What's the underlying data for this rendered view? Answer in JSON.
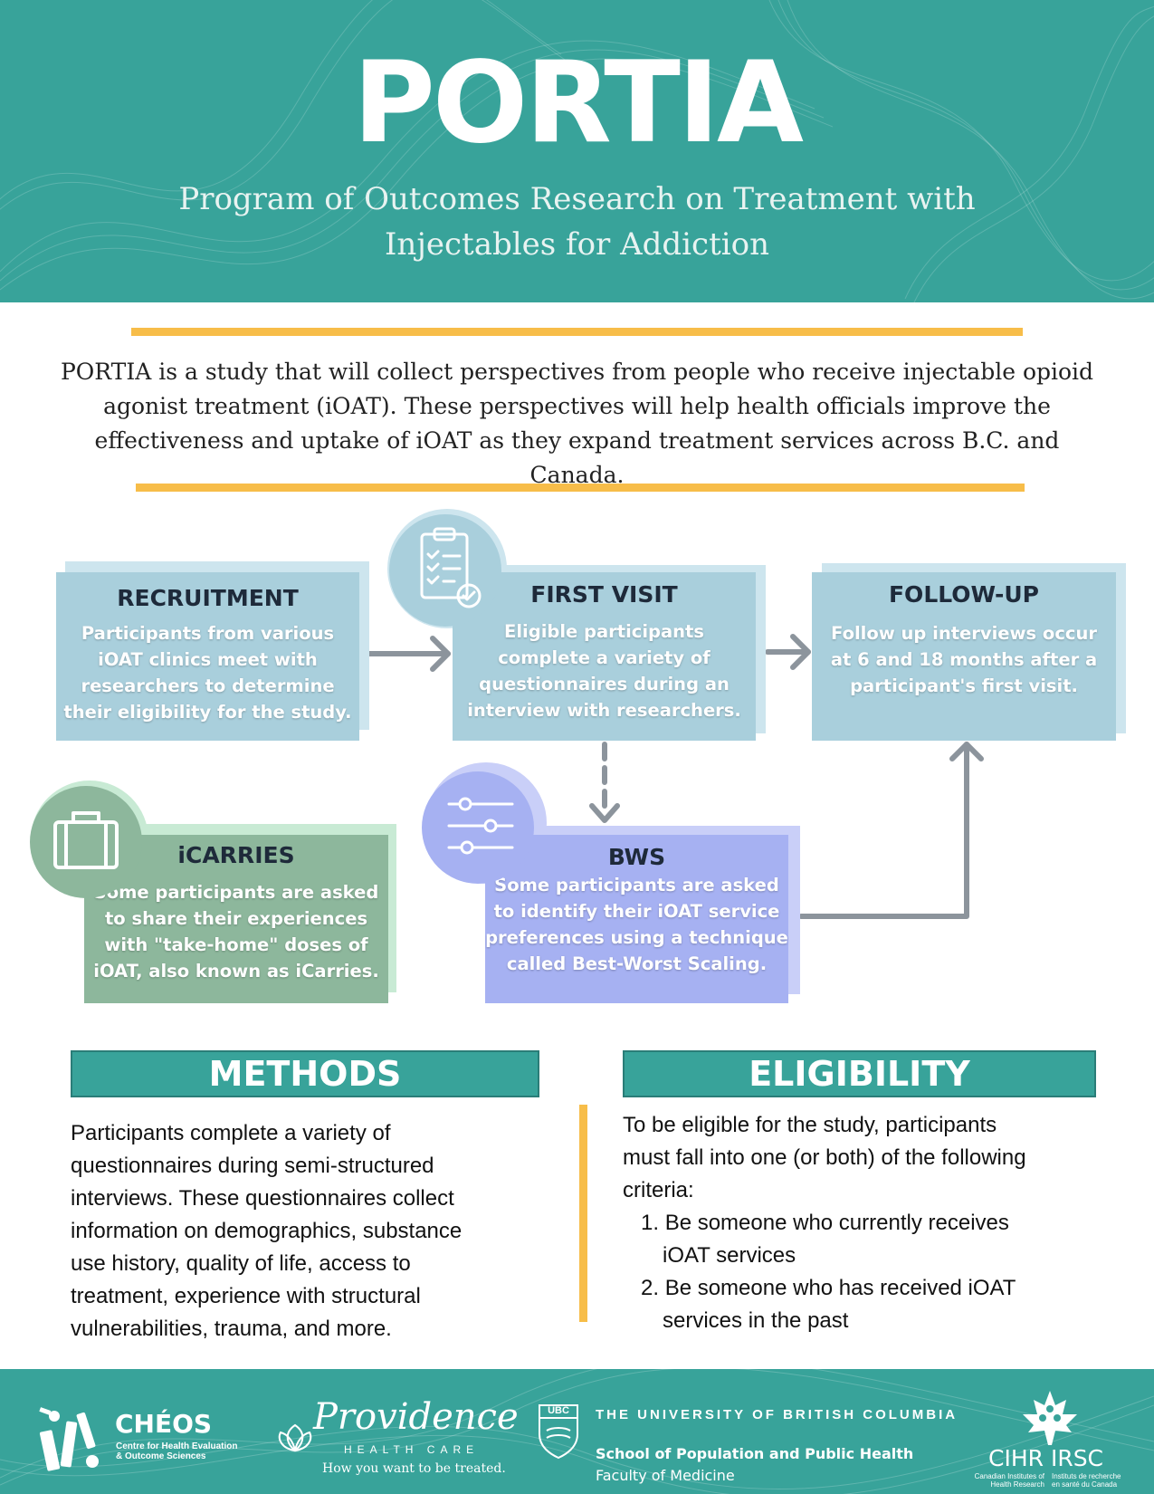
{
  "header": {
    "title": "PORTIA",
    "subtitle_line1": "Program of Outcomes Research on Treatment with",
    "subtitle_line2": "Injectables for Addiction"
  },
  "intro": {
    "line1": "PORTIA is a study that will collect perspectives from people who receive injectable opioid",
    "line2": "agonist treatment (iOAT). These perspectives will help health officials improve the",
    "line3": "effectiveness and uptake of iOAT as they expand treatment services across B.C. and Canada."
  },
  "flow": {
    "recruitment": {
      "title": "RECRUITMENT",
      "lines": [
        "Participants from various",
        "iOAT clinics meet with",
        "researchers to determine",
        "their eligibility for the study."
      ]
    },
    "first_visit": {
      "title": "FIRST VISIT",
      "lines": [
        "Eligible participants",
        "complete a variety of",
        "questionnaires during an",
        "interview with researchers."
      ]
    },
    "follow_up": {
      "title": "FOLLOW-UP",
      "lines": [
        "Follow up interviews occur",
        "at  6 and 18 months after a",
        "participant's first visit."
      ]
    },
    "icarries": {
      "title": "iCARRIES",
      "lines": [
        "Some participants are asked",
        "to share their experiences",
        "with \"take-home\" doses of",
        "iOAT, also known as iCarries."
      ]
    },
    "bws": {
      "title": "BWS",
      "lines": [
        "Some participants are asked",
        "to identify their iOAT service",
        "preferences using a technique",
        "called Best-Worst Scaling."
      ]
    }
  },
  "methods": {
    "heading": "METHODS",
    "lines": [
      "Participants complete a variety of",
      "questionnaires during semi-structured",
      "interviews. These questionnaires collect",
      "information on demographics, substance",
      "use history,  quality of life, access to",
      "treatment, experience with structural",
      "vulnerabilities, trauma, and more."
    ]
  },
  "eligibility": {
    "heading": "ELIGIBILITY",
    "intro_lines": [
      "To be eligible for the study, participants",
      "must fall into one (or both) of the following",
      "criteria:"
    ],
    "criteria": [
      {
        "num": "1.",
        "line1": "Be someone who currently receives",
        "line2": "iOAT services"
      },
      {
        "num": "2.",
        "line1": "Be someone who has received iOAT",
        "line2": "services in the past"
      }
    ]
  },
  "footer": {
    "cheos": {
      "name": "CHÉOS",
      "sub1": "Centre for Health Evaluation",
      "sub2": "& Outcome Sciences"
    },
    "providence": {
      "name": "Providence",
      "sub": "HEALTH CARE",
      "tagline": "How you want to be treated."
    },
    "ubc": {
      "badge": "UBC",
      "line1": "THE UNIVERSITY OF BRITISH COLUMBIA",
      "line2": "School of Population and Public Health",
      "line3": "Faculty of Medicine"
    },
    "cihr": {
      "name": "CIHR IRSC",
      "sub1a": "Canadian Institutes of",
      "sub1b": "Health Research",
      "sub2a": "Instituts de recherche",
      "sub2b": "en santé du Canada"
    }
  },
  "colors": {
    "teal": "#38a39a",
    "gold": "#f7bd49",
    "light_blue": "#a9cfdc",
    "green": "#8db79c",
    "periwinkle": "#a6b1f2",
    "arrow_gray": "#8c949c"
  }
}
